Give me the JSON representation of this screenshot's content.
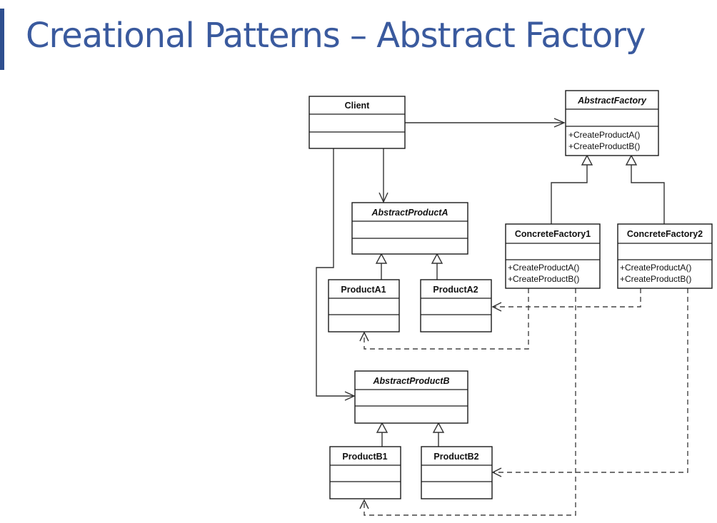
{
  "slide": {
    "title": "Creational Patterns – Abstract Factory"
  },
  "diagram": {
    "classes": {
      "client": {
        "name": "Client"
      },
      "abstract_factory": {
        "name": "AbstractFactory",
        "ops": [
          "+CreateProductA()",
          "+CreateProductB()"
        ]
      },
      "concrete_factory_1": {
        "name": "ConcreteFactory1",
        "ops": [
          "+CreateProductA()",
          "+CreateProductB()"
        ]
      },
      "concrete_factory_2": {
        "name": "ConcreteFactory2",
        "ops": [
          "+CreateProductA()",
          "+CreateProductB()"
        ]
      },
      "abstract_product_a": {
        "name": "AbstractProductA"
      },
      "product_a1": {
        "name": "ProductA1"
      },
      "product_a2": {
        "name": "ProductA2"
      },
      "abstract_product_b": {
        "name": "AbstractProductB"
      },
      "product_b1": {
        "name": "ProductB1"
      },
      "product_b2": {
        "name": "ProductB2"
      }
    }
  }
}
